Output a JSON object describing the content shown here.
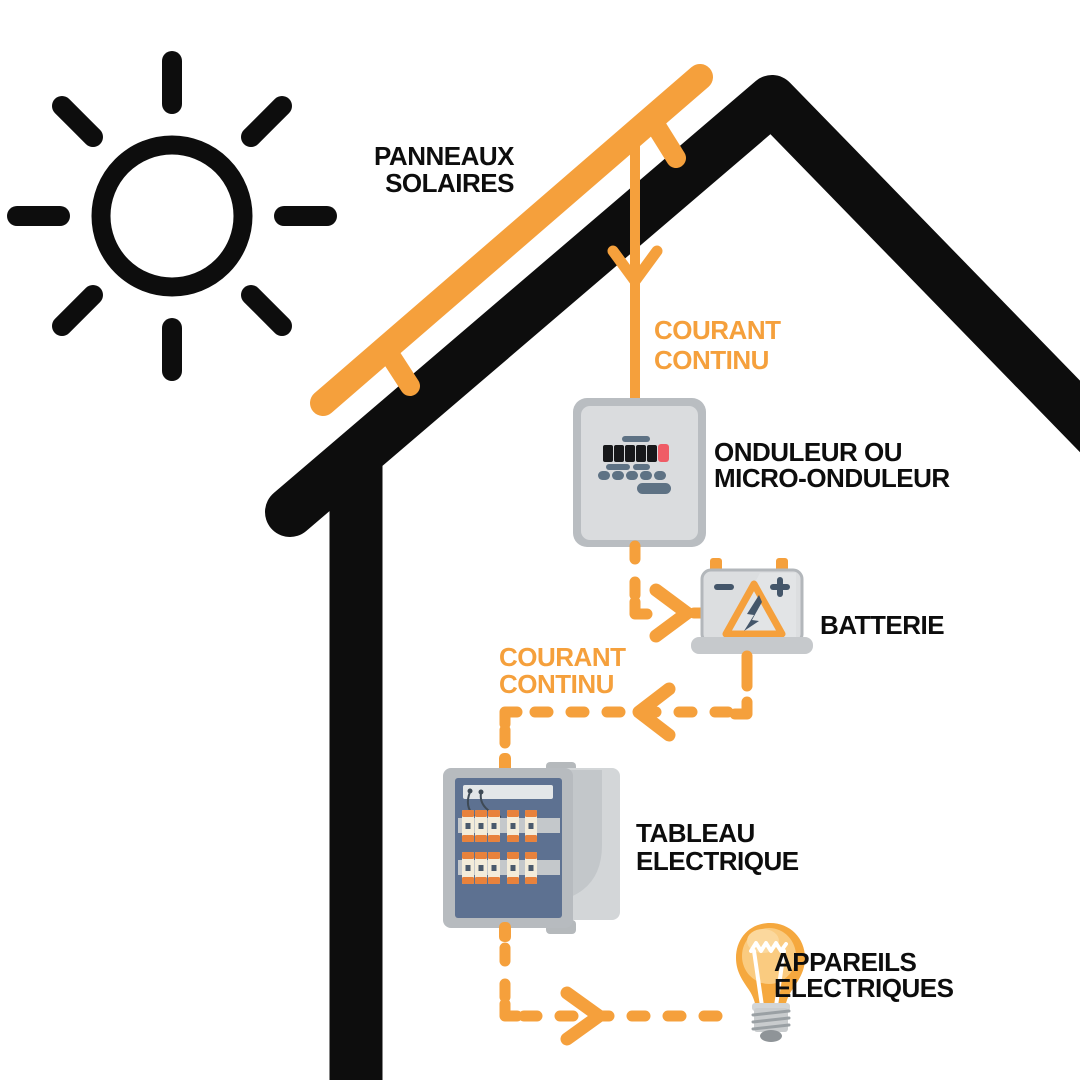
{
  "colors": {
    "orange": "#F5A03C",
    "ink": "#0D0D0D",
    "white": "#FFFFFF",
    "inverter_frame": "#B9BDC1",
    "inverter_face": "#DADCDE",
    "display_slate": "#5E7284",
    "display_black": "#17181A",
    "display_red": "#EF5C66",
    "battery_body": "#DCDEE0",
    "battery_border": "#B3B7BB",
    "battery_base": "#C6C9CC",
    "battery_symbol": "#44566A",
    "battery_sheen": "#E7E9EB",
    "panel_box": "#B7BBBF",
    "panel_face": "#5D7191",
    "panel_bar": "#E3E6E8",
    "panel_wire": "#3E4A56",
    "breaker_strip": "#C4C8CB",
    "breaker_body": "#F3ECDA",
    "breaker_orange": "#E8823C",
    "breaker_dark": "#4A5A6C",
    "door": "#D3D6D8",
    "door_shade": "#C3C7CA",
    "door_tab": "#B5B9BC",
    "bulb_main": "#F5A83E",
    "bulb_inner": "#FACB80",
    "bulb_glow": "#FBD89D",
    "bulb_base": "#C9CCCE",
    "bulb_rim": "#D2D5D7",
    "bulb_ridge": "#9AA0A4",
    "bulb_tip": "#8F9498"
  },
  "labels": {
    "solar_panels": {
      "line1": "PANNEAUX",
      "line2": "SOLAIRES"
    },
    "dc_current_top": {
      "line1": "COURANT",
      "line2": "CONTINU"
    },
    "inverter": {
      "line1": "ONDULEUR OU",
      "line2": "MICRO-ONDULEUR"
    },
    "battery": {
      "text": "BATTERIE"
    },
    "dc_current_mid": {
      "line1": "COURANT",
      "line2": "CONTINU"
    },
    "electrical_panel": {
      "line1": "TABLEAU",
      "line2": "ELECTRIQUE"
    },
    "appliances": {
      "line1": "APPAREILS",
      "line2": "ELECTRIQUES"
    }
  },
  "icons": {
    "sun": "sun-icon",
    "house": "house-outline-icon",
    "solar_panel": "solar-panel-icon",
    "inverter": "inverter-box-icon",
    "battery": "battery-icon",
    "electrical_panel": "electrical-panel-icon",
    "light_bulb": "light-bulb-icon",
    "flow_arrows": "orange-arrow-icons"
  },
  "diagram": {
    "type": "flow",
    "nodes": [
      "PANNEAUX SOLAIRES",
      "ONDULEUR OU MICRO-ONDULEUR",
      "BATTERIE",
      "TABLEAU ELECTRIQUE",
      "APPAREILS ELECTRIQUES"
    ],
    "edges": [
      {
        "from": "PANNEAUX SOLAIRES",
        "to": "ONDULEUR OU MICRO-ONDULEUR",
        "label": "COURANT CONTINU",
        "style": "solid"
      },
      {
        "from": "ONDULEUR OU MICRO-ONDULEUR",
        "to": "BATTERIE",
        "style": "dashed"
      },
      {
        "from": "BATTERIE",
        "to": "TABLEAU ELECTRIQUE",
        "label": "COURANT CONTINU",
        "style": "dashed"
      },
      {
        "from": "TABLEAU ELECTRIQUE",
        "to": "APPAREILS ELECTRIQUES",
        "style": "dashed"
      }
    ]
  }
}
